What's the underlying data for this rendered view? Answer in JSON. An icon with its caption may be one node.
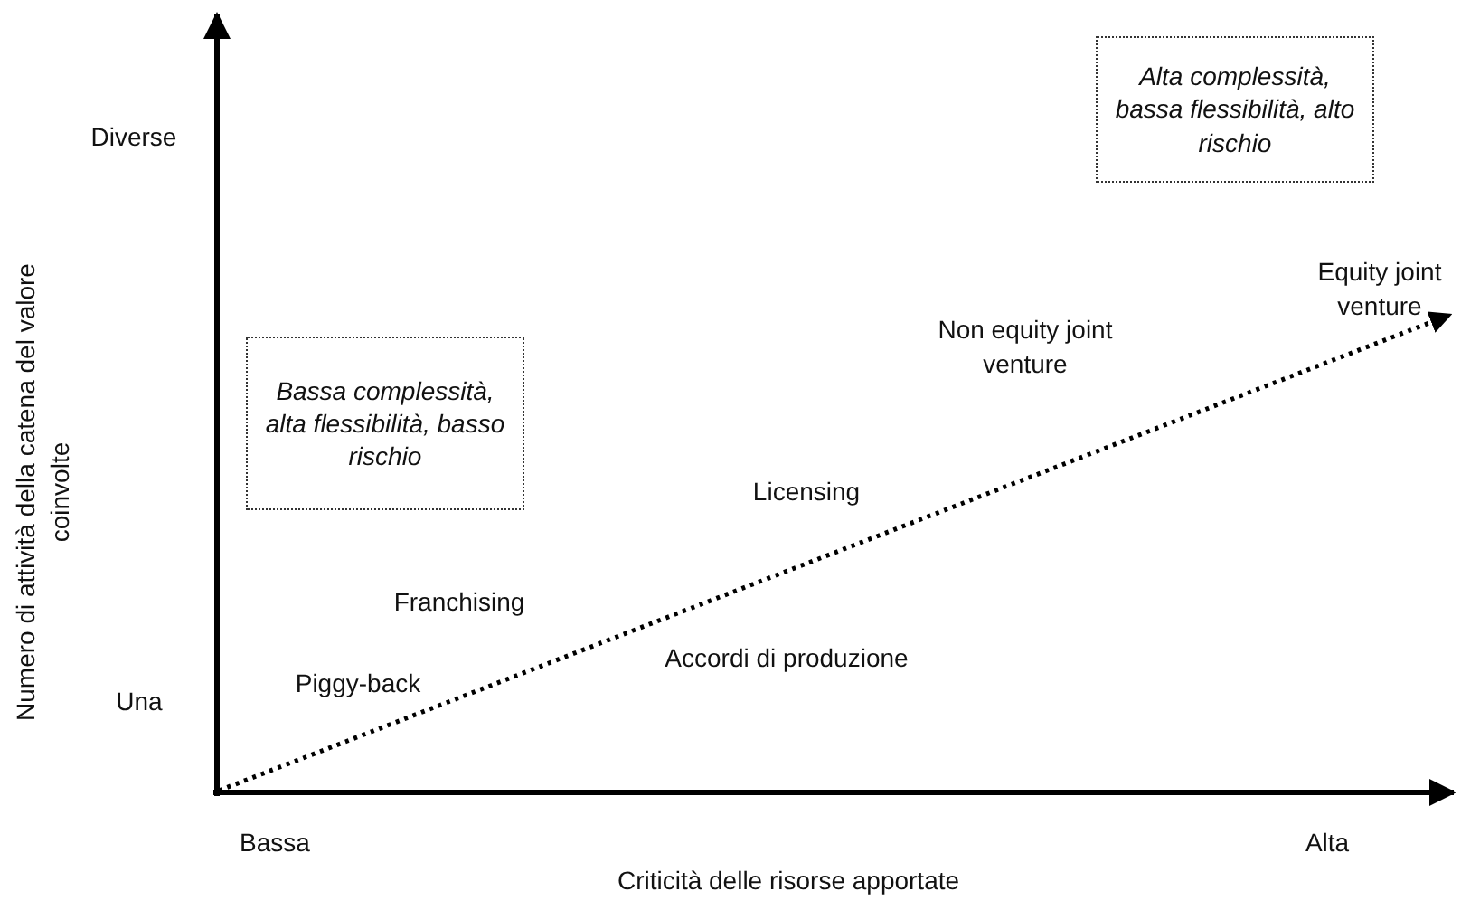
{
  "diagram": {
    "nodes": [
      {
        "text": [
          "Alta complessità, bassa flessibilità, alto rischio"
        ]
      },
      {
        "text": [
          "Bassa complessità, alta flessibilità, basso rischio"
        ]
      }
    ],
    "labels": [
      "Diverse",
      "Equity joint venture",
      "Non equity joint venture",
      "Licensing",
      "Franchising",
      "Una",
      "Piggy-back",
      "Accordi di produzione",
      "Bassa",
      "Alta",
      "Criticità delle risorse apportate",
      "Numero di attività della catena del valore coinvolte"
    ]
  }
}
